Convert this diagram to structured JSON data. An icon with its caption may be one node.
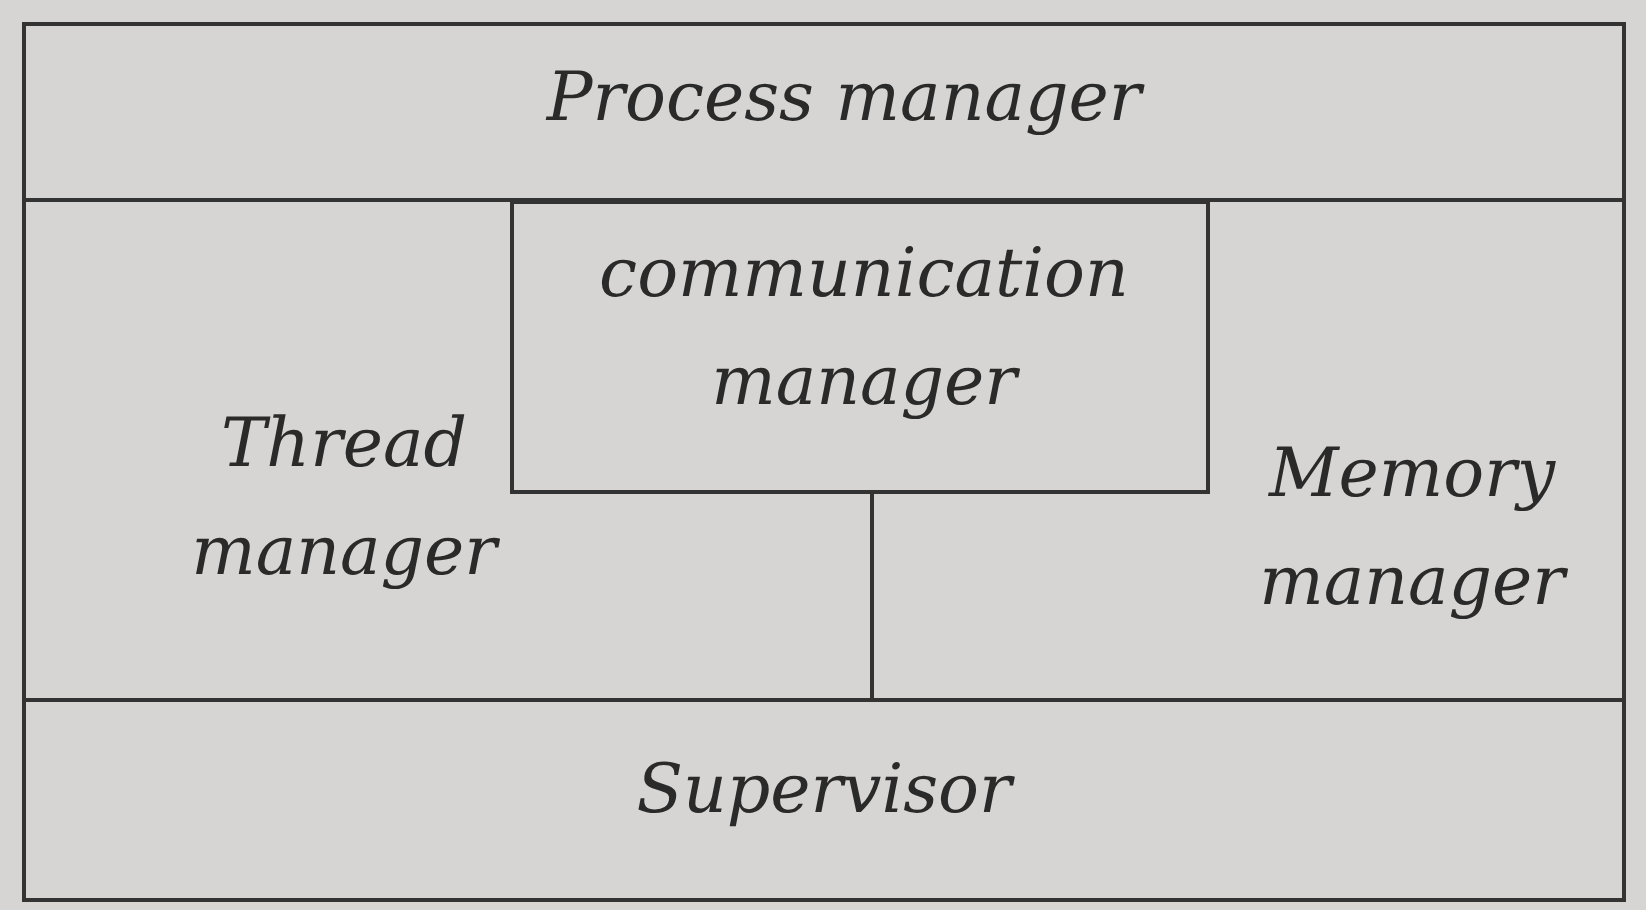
{
  "diagram": {
    "nodes": [
      {
        "text": [
          "Process manager"
        ]
      },
      {
        "text": [
          "communication manager"
        ]
      },
      {
        "text": [
          "Thread manager"
        ]
      },
      {
        "text": [
          "Memory manager"
        ]
      },
      {
        "text": [
          "Supervisor"
        ]
      }
    ]
  }
}
